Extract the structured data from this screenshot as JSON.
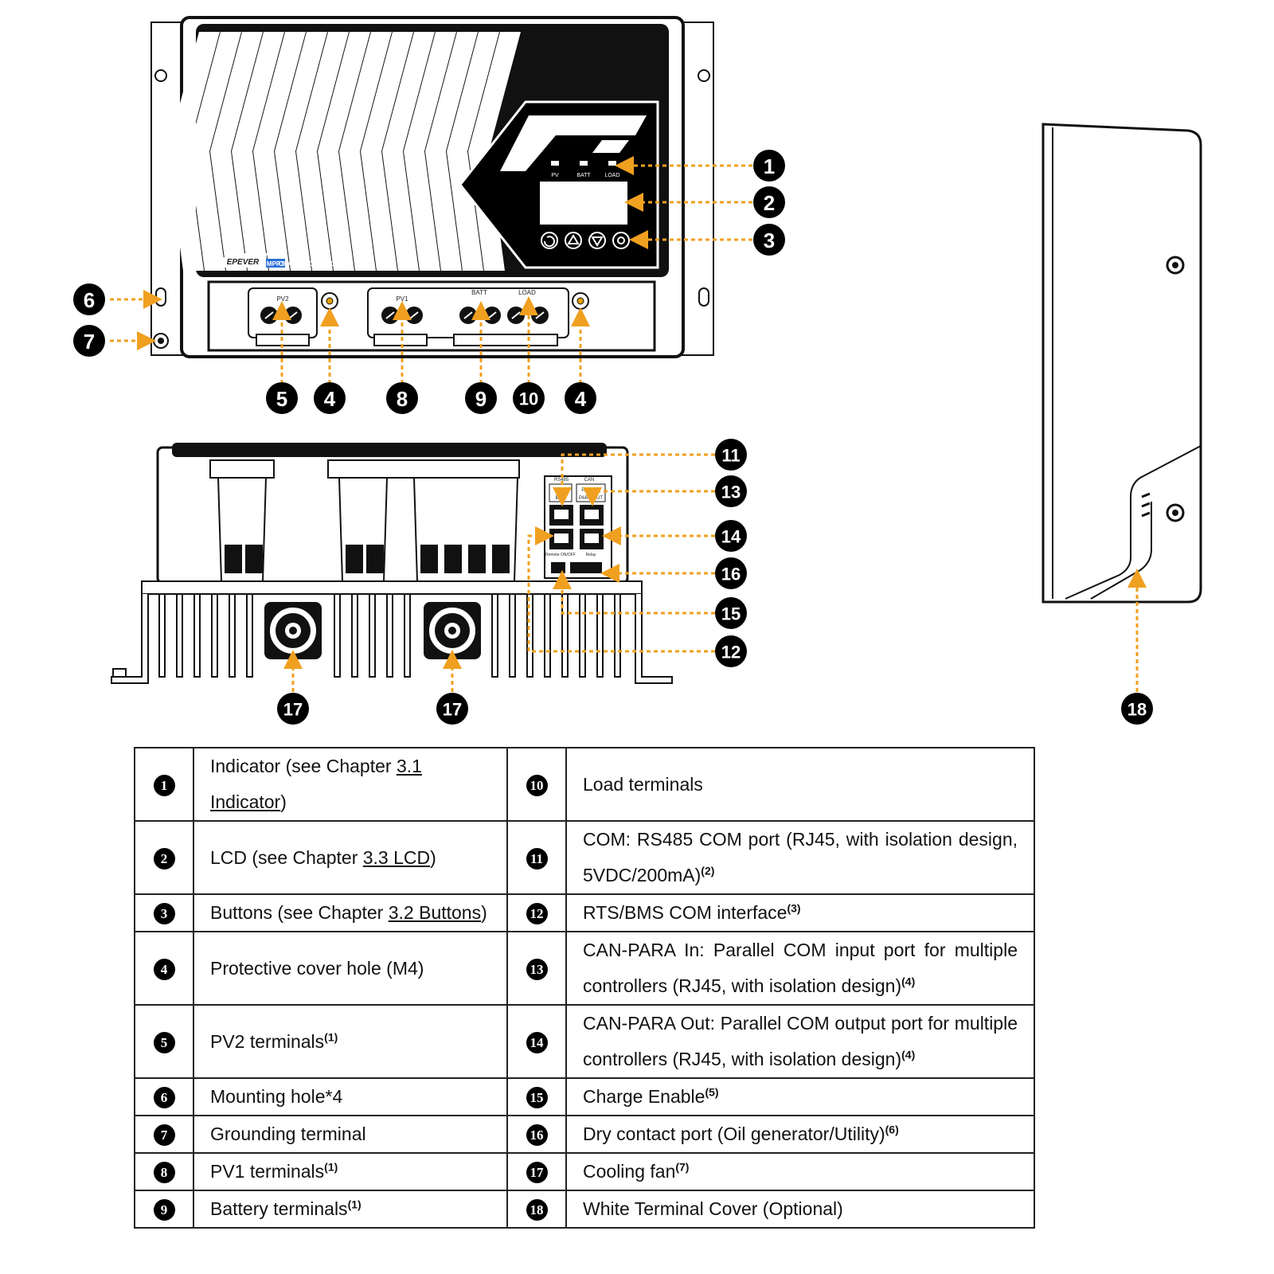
{
  "labels": {
    "brand": "EPEVER",
    "mppt": "MPPT",
    "product": "CHARGE CONTROLLER",
    "pv": "PV",
    "batt": "BATT",
    "load": "LOAD",
    "pv2_terminal": "PV2",
    "pv1_terminal": "PV1",
    "batt_terminal": "BATT",
    "load_terminal": "LOAD",
    "port_rs485": "RS485",
    "port_com": "COM",
    "port_bms": "BMS",
    "port_can": "CAN",
    "port_para_in": "PARA IN",
    "port_para_out": "PARA OUT",
    "remote_onoff": "Remote ON/OFF",
    "relay": "Relay"
  },
  "callouts": [
    "1",
    "2",
    "3",
    "4",
    "5",
    "6",
    "7",
    "8",
    "9",
    "10",
    "11",
    "12",
    "13",
    "14",
    "15",
    "16",
    "17",
    "18"
  ],
  "colors": {
    "arrow": "#f0a020",
    "badge": "#000000",
    "line": "#111111"
  },
  "table": {
    "rows": [
      {
        "ln": "1",
        "lt": [
          "Indicator (see Chapter ",
          "3.1 Indicator",
          ")"
        ],
        "rn": "10",
        "rt": [
          "Load terminals"
        ]
      },
      {
        "ln": "2",
        "lt": [
          "LCD (see Chapter ",
          "3.3 LCD",
          ")"
        ],
        "rn": "11",
        "rt": [
          "COM: RS485 COM port (RJ45, with isolation design, 5VDC/200mA)",
          "(2)"
        ]
      },
      {
        "ln": "3",
        "lt": [
          "Buttons (see Chapter ",
          "3.2 Buttons",
          ")"
        ],
        "rn": "12",
        "rt": [
          "RTS/BMS COM interface",
          "(3)"
        ]
      },
      {
        "ln": "4",
        "lt": [
          "Protective cover hole (M4)"
        ],
        "rn": "13",
        "rt": [
          "CAN-PARA In: Parallel COM input port for multiple controllers (RJ45, with isolation design)",
          "(4)"
        ]
      },
      {
        "ln": "5",
        "lt": [
          "PV2 terminals",
          "(1)"
        ],
        "rn": "14",
        "rt": [
          "CAN-PARA Out: Parallel COM output port for multiple controllers (RJ45, with isolation design)",
          "(4)"
        ]
      },
      {
        "ln": "6",
        "lt": [
          "Mounting hole*4"
        ],
        "rn": "15",
        "rt": [
          "Charge Enable",
          "(5)"
        ]
      },
      {
        "ln": "7",
        "lt": [
          "Grounding terminal"
        ],
        "rn": "16",
        "rt": [
          "Dry contact port (Oil generator/Utility)",
          "(6)"
        ]
      },
      {
        "ln": "8",
        "lt": [
          "PV1 terminals",
          "(1)"
        ],
        "rn": "17",
        "rt": [
          "Cooling fan",
          "(7)"
        ]
      },
      {
        "ln": "9",
        "lt": [
          "Battery terminals",
          "(1)"
        ],
        "rn": "18",
        "rt": [
          "White Terminal Cover (Optional)"
        ]
      }
    ]
  }
}
